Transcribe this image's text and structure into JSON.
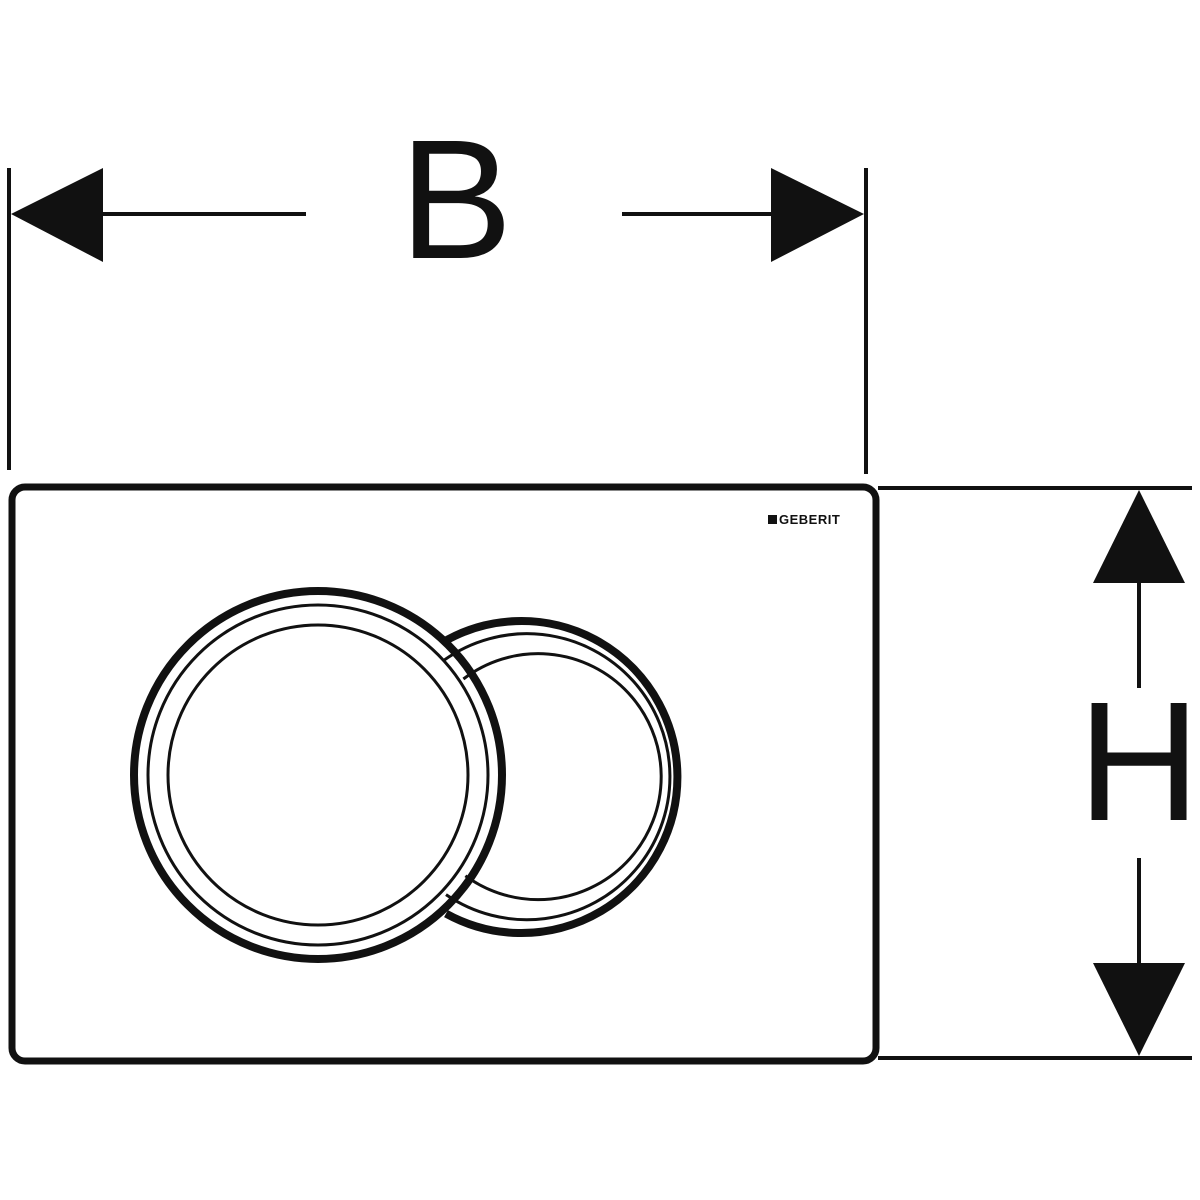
{
  "dimensions": {
    "width_label": "B",
    "height_label": "H"
  },
  "plate": {
    "brand": "GEBERIT",
    "buttons": [
      "large-flush-button",
      "small-flush-button"
    ]
  },
  "colors": {
    "line": "#111111",
    "background": "#ffffff"
  }
}
